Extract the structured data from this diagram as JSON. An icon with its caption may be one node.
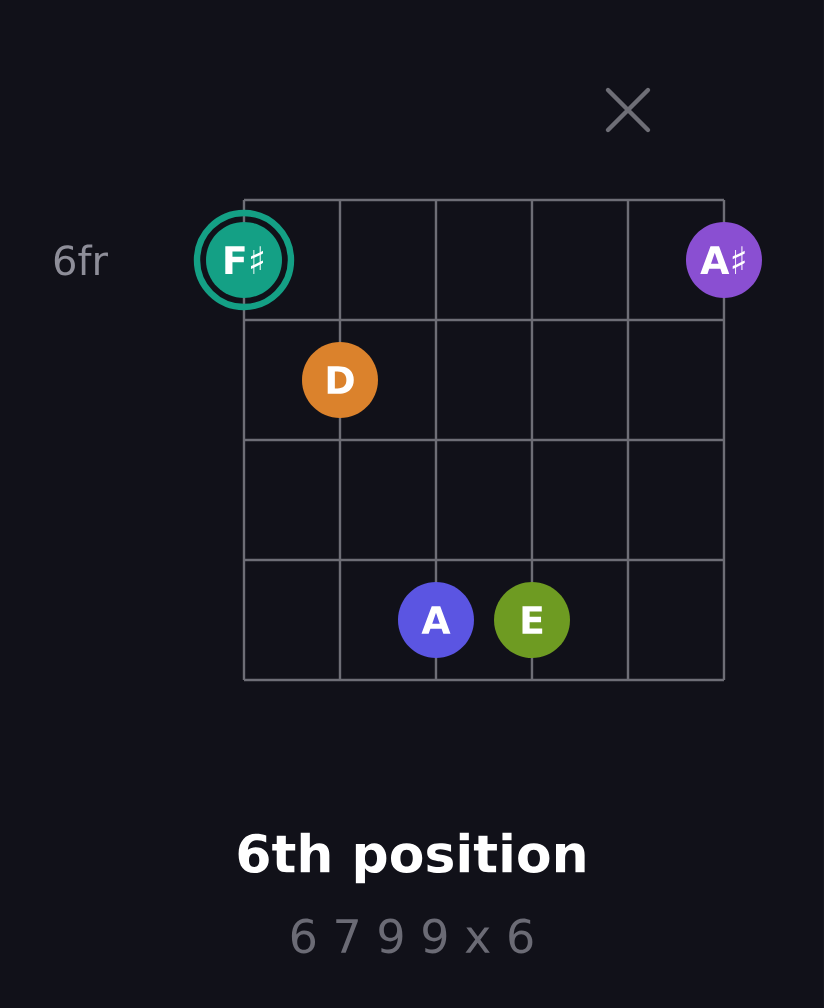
{
  "diagram": {
    "title": "6th position",
    "nodes": [
      {
        "text": [
          "F♯"
        ]
      },
      {
        "text": [
          "A♯"
        ]
      },
      {
        "text": [
          "D"
        ]
      },
      {
        "text": [
          "A"
        ]
      },
      {
        "text": [
          "E"
        ]
      }
    ],
    "labels": [
      "6fr",
      "6 7 9 9 x 6"
    ]
  }
}
